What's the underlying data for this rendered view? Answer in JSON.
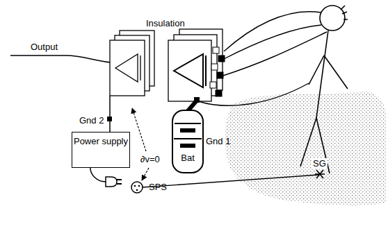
{
  "diagram": {
    "nodes": [
      {
        "text": [
          "Power supply"
        ]
      },
      {
        "text": [
          "Bat"
        ]
      }
    ],
    "labels": [
      "Insulation",
      "Output",
      "Gnd 2",
      "Gnd 1",
      "∂v=0",
      "SG",
      "SPS"
    ]
  }
}
